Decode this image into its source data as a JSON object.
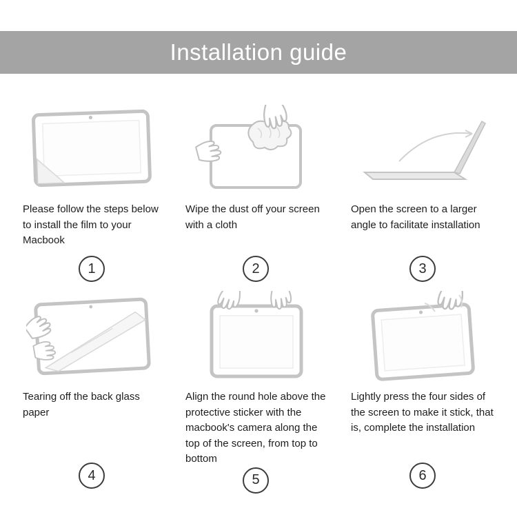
{
  "header": {
    "title": "Installation guide"
  },
  "colors": {
    "banner_bg": "#a4a4a4",
    "banner_text": "#ffffff",
    "line_art": "#c4c4c4",
    "caption_text": "#1d1d1d"
  },
  "steps": [
    {
      "number": "1",
      "caption": "Please follow the steps below to install the film to your Macbook",
      "illustration": "macbook-screen-film-corner-peel"
    },
    {
      "number": "2",
      "caption": "Wipe the dust off your screen with a cloth",
      "illustration": "hands-wiping-screen-with-cloth"
    },
    {
      "number": "3",
      "caption": "Open the screen to a larger angle to facilitate installation",
      "illustration": "laptop-opened-wide-angle"
    },
    {
      "number": "4",
      "caption": "Tearing off the back glass paper",
      "illustration": "hands-tearing-back-glass-paper"
    },
    {
      "number": "5",
      "caption": "Align the round hole above the protective sticker with the macbook's camera along the top of the screen, from top to bottom",
      "illustration": "hands-aligning-film-with-camera-hole"
    },
    {
      "number": "6",
      "caption": "Lightly press the four sides of the screen to make it stick, that is, complete the installation",
      "illustration": "hand-pressing-screen-sides"
    }
  ]
}
